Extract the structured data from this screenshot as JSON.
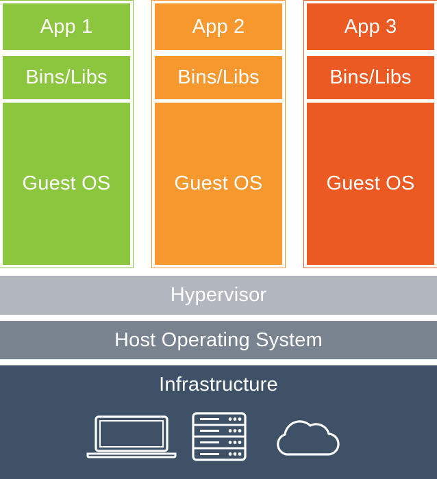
{
  "colors": {
    "vm1": "#8cc63f",
    "vm2": "#f7982f",
    "vm3": "#ec5a24",
    "hypervisor": "#b2b7bf",
    "host_os": "#79838f",
    "infrastructure": "#3e5166",
    "text": "#ffffff"
  },
  "vms": [
    {
      "app": "App 1",
      "bins": "Bins/Libs",
      "guest_os": "Guest OS"
    },
    {
      "app": "App 2",
      "bins": "Bins/Libs",
      "guest_os": "Guest OS"
    },
    {
      "app": "App 3",
      "bins": "Bins/Libs",
      "guest_os": "Guest OS"
    }
  ],
  "layers": {
    "hypervisor": "Hypervisor",
    "host_os": "Host Operating System",
    "infrastructure": "Infrastructure"
  },
  "infrastructure_icons": [
    "laptop-icon",
    "server-icon",
    "cloud-icon"
  ]
}
